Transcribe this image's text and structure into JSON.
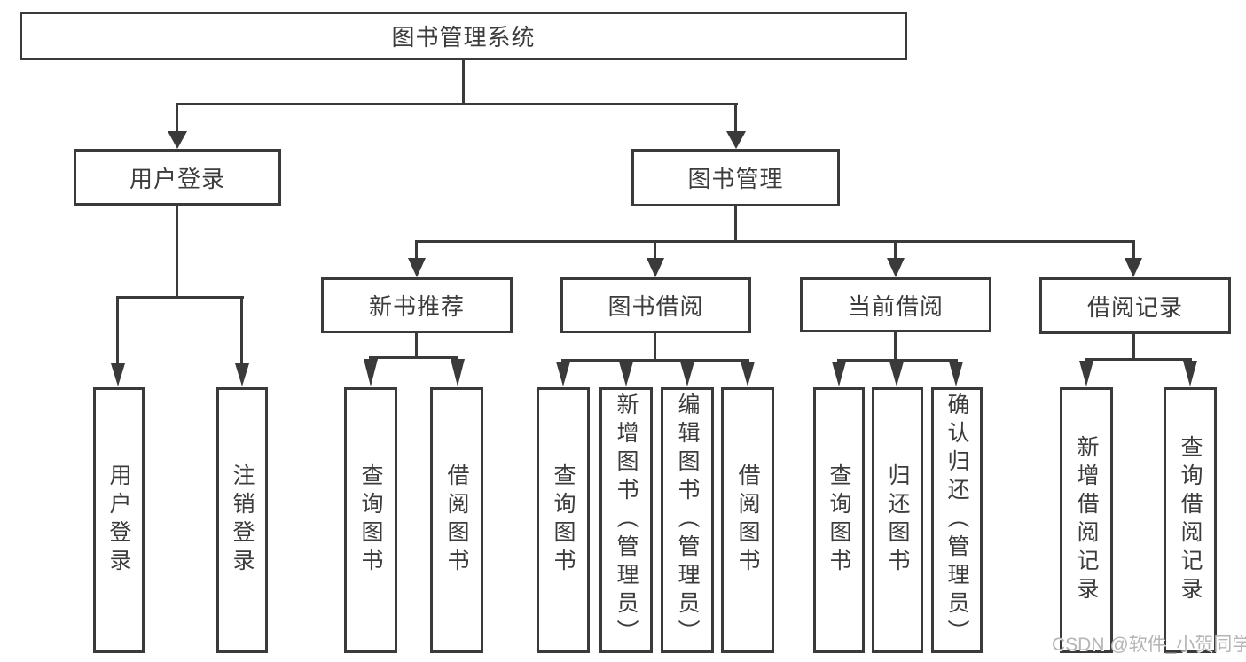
{
  "tree": {
    "root": {
      "label": "图书管理系统"
    },
    "children": [
      {
        "label": "用户登录",
        "children": [
          {
            "label": "用户登录"
          },
          {
            "label": "注销登录"
          }
        ]
      },
      {
        "label": "图书管理",
        "children": [
          {
            "label": "新书推荐",
            "children": [
              {
                "label": "查询图书"
              },
              {
                "label": "借阅图书"
              }
            ]
          },
          {
            "label": "图书借阅",
            "children": [
              {
                "label": "查询图书"
              },
              {
                "label": "新增图书（管理员）"
              },
              {
                "label": "编辑图书（管理员）"
              },
              {
                "label": "借阅图书"
              }
            ]
          },
          {
            "label": "当前借阅",
            "children": [
              {
                "label": "查询图书"
              },
              {
                "label": "归还图书"
              },
              {
                "label": "确认归还（管理员）"
              }
            ]
          },
          {
            "label": "借阅记录",
            "children": [
              {
                "label": "新增借阅记录"
              },
              {
                "label": "查询借阅记录"
              }
            ]
          }
        ]
      }
    ]
  },
  "watermark": {
    "text": "CSDN @软件_小贺同学"
  },
  "colors": {
    "line": "#3a3a3a",
    "text": "#3c3c3c",
    "watermark": "#b5b5b5",
    "background": "#ffffff"
  }
}
